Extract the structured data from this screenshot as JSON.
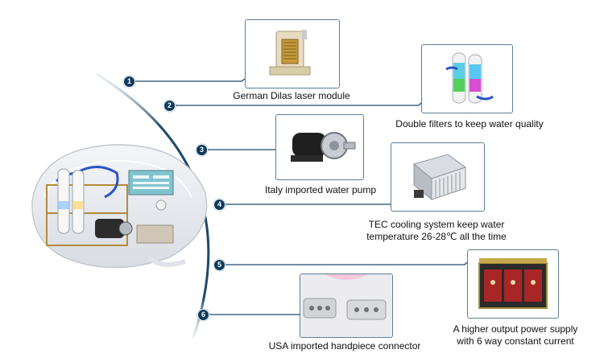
{
  "colors": {
    "line": "#1d4a6c",
    "badge": "#0e3b5d",
    "frame": "#5d7f95"
  },
  "features": [
    {
      "number": "1",
      "caption": "German Dilas laser module",
      "icon": "laser-module-photo"
    },
    {
      "number": "2",
      "caption": "Double filters to keep water quality",
      "icon": "water-filters-photo"
    },
    {
      "number": "3",
      "caption": "Italy imported water pump",
      "icon": "water-pump-photo"
    },
    {
      "number": "4",
      "caption_line1": "TEC cooling system keep water",
      "caption_line2": "temperature 26-28℃  all the time",
      "icon": "tec-cooling-photo"
    },
    {
      "number": "5",
      "caption_line1": "A higher output power supply",
      "caption_line2": "with 6 way constant current",
      "icon": "power-supply-photo"
    },
    {
      "number": "6",
      "caption": "USA imported handpiece connector",
      "icon": "handpiece-connector-photo"
    }
  ],
  "machine": {
    "icon": "machine-cutaway-illustration"
  }
}
